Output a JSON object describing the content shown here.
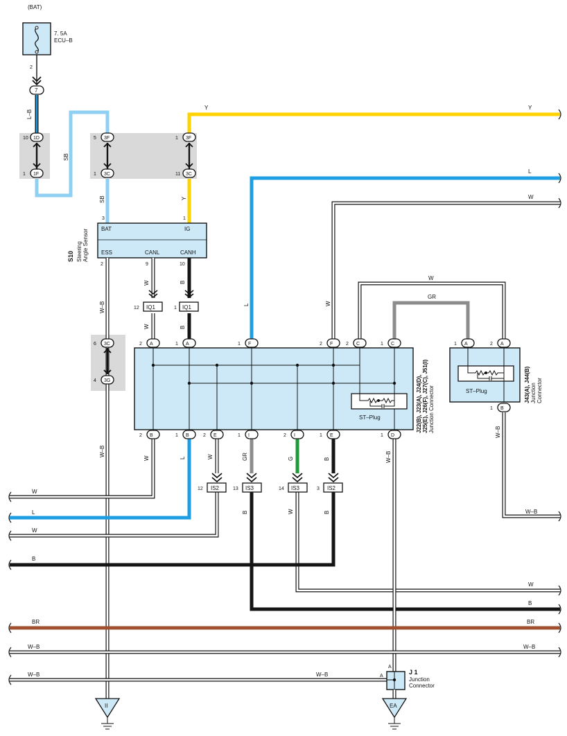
{
  "power": {
    "source": "(BAT)",
    "fuse_amp": "7. 5A",
    "fuse_name": "ECU–B",
    "fuse_pin": "2"
  },
  "wire_colors": {
    "Y": "#ffd200",
    "L": "#1e9fe3",
    "SB": "#8fd0f2",
    "B": "#151515",
    "W": "#ffffff",
    "GR": "#8c8c8c",
    "G": "#1f9a3a",
    "BR": "#a0502e",
    "W-B": "#ffffff"
  },
  "accents": {
    "connector_fill": "#cde9f8",
    "junction_band": "#d9d9d9",
    "outline": "#111111"
  },
  "wire_labels": {
    "lb": "L–B",
    "sb": "SB",
    "y": "Y",
    "l": "L",
    "w": "W",
    "b": "B",
    "wb": "W–B",
    "gr": "GR",
    "g": "G",
    "br": "BR"
  },
  "connectors": {
    "c7": "7",
    "c1d": "1D",
    "c1f": "1F",
    "c3f": "3F",
    "c3c": "3C",
    "c3g": "3G",
    "iq1": "IQ1",
    "is2": "IS2",
    "is3": "IS3",
    "ja": "A",
    "jb": "B",
    "jc": "C",
    "jd": "D",
    "je": "E",
    "jf": "F",
    "ji": "I"
  },
  "pins": {
    "p1": "1",
    "p2": "2",
    "p3": "3",
    "p4": "4",
    "p5": "5",
    "p6": "6",
    "p9": "9",
    "p10": "10",
    "p11": "11",
    "p12": "12",
    "p13": "13",
    "p14": "14"
  },
  "sensor": {
    "id": "S10",
    "name_line1": "Steering",
    "name_line2": "Angle Sensor",
    "bat": "BAT",
    "ig": "IG",
    "ess": "ESS",
    "canl": "CANL",
    "canh": "CANH"
  },
  "junction_main": {
    "ids_line1": "J22(B), J23(A), J24(D),",
    "ids_line2": "J25(E), J26(F), J27(C), J51(I)",
    "name": "Junction Connector",
    "plug": "ST–Plug"
  },
  "junction_right": {
    "ids": "J43(A), J44(B)",
    "name_line1": "Junction",
    "name_line2": "Connector",
    "plug": "ST–Plug"
  },
  "j1": {
    "id": "J 1",
    "name_line1": "Junction",
    "name_line2": "Connector",
    "pin": "A"
  },
  "grounds": {
    "left": "II",
    "right": "EA"
  }
}
